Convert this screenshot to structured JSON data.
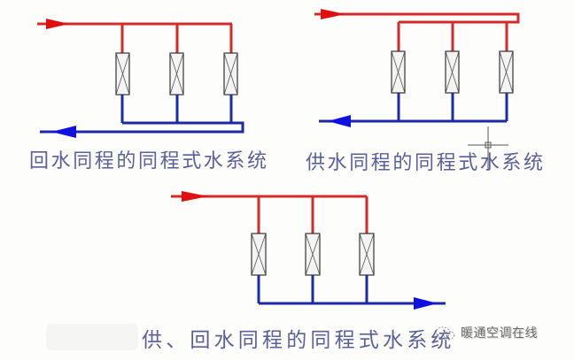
{
  "colors": {
    "supply": "#d42a2a",
    "return": "#1c2aa8",
    "arrow_supply": "#e01010",
    "arrow_return": "#1010e0",
    "radiator_stroke": "#333333",
    "caption_text": "#5b609a"
  },
  "diagrams": [
    {
      "id": "return-reverse",
      "caption": "回水同程的同程式水系统",
      "radiator_count": 3,
      "supply_arrow_direction": "right",
      "return_arrow_direction": "left"
    },
    {
      "id": "supply-reverse",
      "caption": "供水同程的同程式水系统",
      "radiator_count": 3,
      "supply_arrow_direction": "right",
      "return_arrow_direction": "left"
    },
    {
      "id": "supply-and-return-reverse",
      "caption": "供、回水同程的同程式水系统",
      "radiator_count": 3,
      "supply_arrow_direction": "right",
      "return_arrow_direction": "right"
    }
  ],
  "watermark": {
    "text": "暖通空调在线",
    "icon": "wechat-icon"
  },
  "cursor": {
    "icon": "crosshair-cursor-icon"
  }
}
